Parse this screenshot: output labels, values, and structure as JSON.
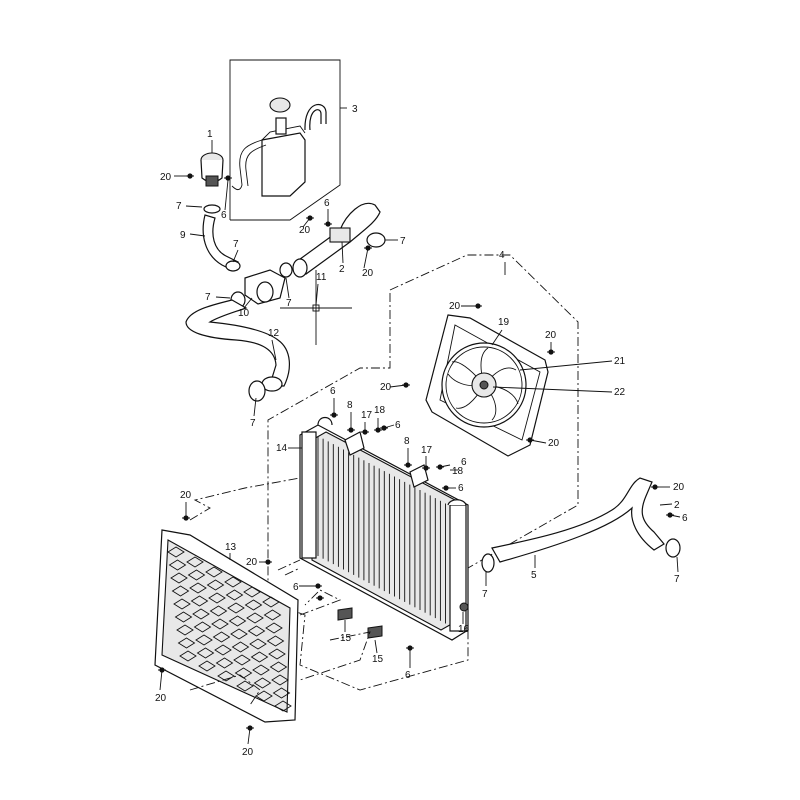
{
  "labels": {
    "l1": "1",
    "l3": "3",
    "l20a": "20",
    "l7a": "7",
    "l6a": "6",
    "l9": "9",
    "l7b": "7",
    "l6b": "6",
    "l20b": "20",
    "l7c": "7",
    "l2a": "2",
    "l20c": "20",
    "l11": "11",
    "l10": "10",
    "l7d": "7",
    "l7e": "7",
    "l12": "12",
    "l7f": "7",
    "l4": "4",
    "l20d": "20",
    "l19": "19",
    "l20e": "20",
    "l21": "21",
    "l20f": "20",
    "l22": "22",
    "l20g": "20",
    "l6c": "6",
    "l8a": "8",
    "l17a": "17",
    "l18a": "18",
    "l6d": "6",
    "l14": "14",
    "l8b": "8",
    "l17b": "17",
    "l6e": "6",
    "l18b": "18",
    "l6f": "6",
    "l20h": "20",
    "l2b": "2",
    "l6g": "6",
    "l20i": "20",
    "l13": "13",
    "l20j": "20",
    "l6h": "6",
    "l7g": "7",
    "l5": "5",
    "l7h": "7",
    "l15a": "15",
    "l16": "16",
    "l15b": "15",
    "l6i": "6",
    "l20k": "20",
    "l20l": "20"
  },
  "icons": {
    "fan": "cooling-fan-icon",
    "radiator": "radiator-icon",
    "grille": "radiator-guard-icon",
    "tank": "coolant-reservoir-icon"
  }
}
